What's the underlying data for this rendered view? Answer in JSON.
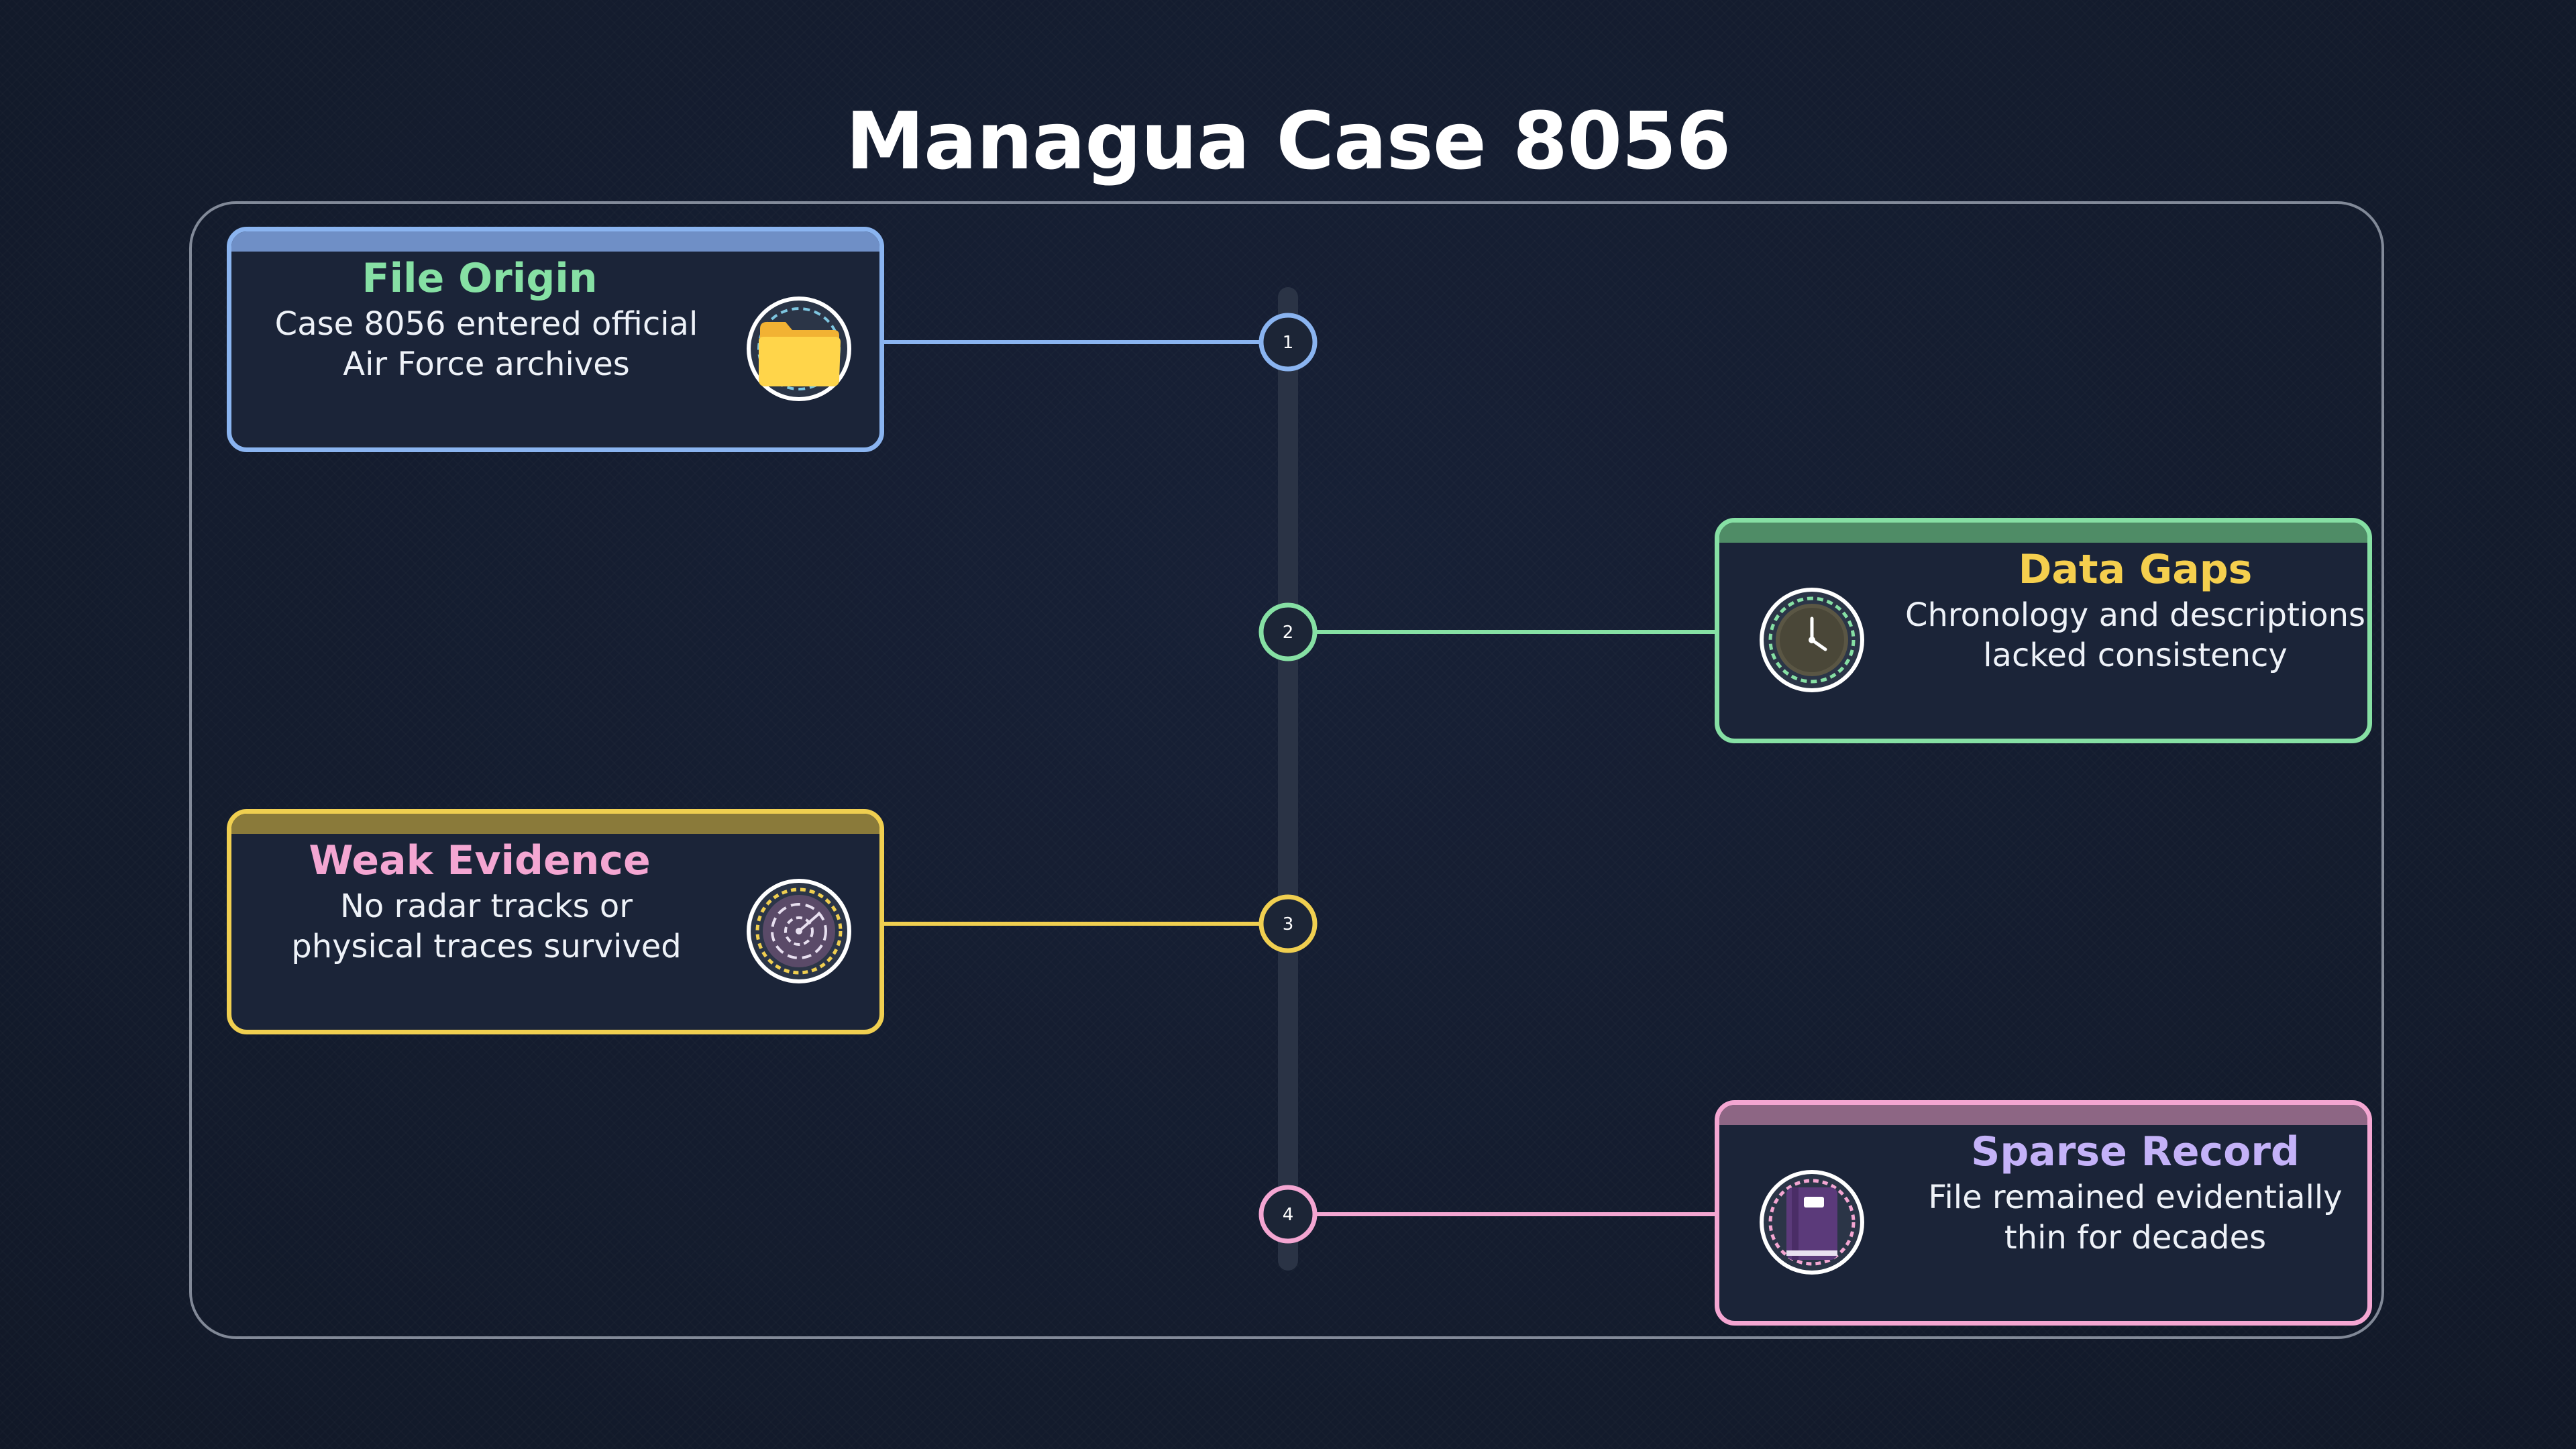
{
  "title": "Managua Case 8056",
  "steps": [
    {
      "number": "1",
      "title": "File Origin",
      "desc_line1": "Case 8056 entered official",
      "desc_line2": "Air Force archives",
      "icon": "folder-icon",
      "border_color": "#8ab4f0",
      "title_color": "#86e0a4"
    },
    {
      "number": "2",
      "title": "Data Gaps",
      "desc_line1": "Chronology and descriptions",
      "desc_line2": "lacked consistency",
      "icon": "clock-icon",
      "border_color": "#86e0a4",
      "title_color": "#f5cf4e"
    },
    {
      "number": "3",
      "title": "Weak Evidence",
      "desc_line1": "No radar tracks or",
      "desc_line2": "physical traces survived",
      "icon": "radar-icon",
      "border_color": "#f0cf50",
      "title_color": "#f4a6d2"
    },
    {
      "number": "4",
      "title": "Sparse Record",
      "desc_line1": "File remained evidentially",
      "desc_line2": "thin for decades",
      "icon": "binder-icon",
      "border_color": "#f4a6d2",
      "title_color": "#c4b2f8"
    }
  ],
  "colors": {
    "background": "#131b2c",
    "card_fill": "#1b2438",
    "spine": "#2a3345"
  }
}
